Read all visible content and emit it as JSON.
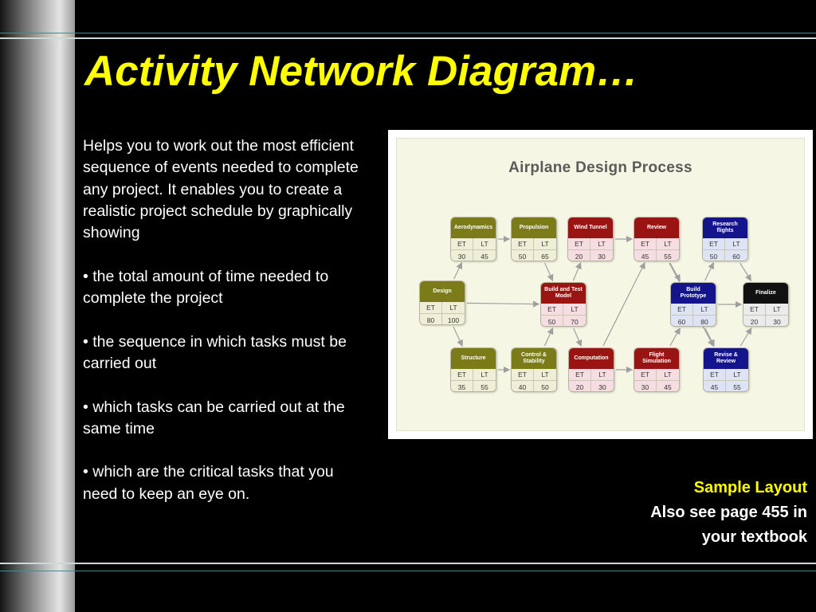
{
  "slide": {
    "title": "Activity Network Diagram…",
    "body": {
      "intro": "Helps you to work out the most efficient sequence of events needed to complete any project. It enables you to create a realistic project schedule by graphically showing",
      "bullets": [
        "•  the total amount of time needed to complete the project",
        "• the sequence in which tasks must be carried out",
        "• which tasks can be carried out at the same time",
        "• which are the critical tasks that you need to keep an eye on."
      ]
    },
    "caption": {
      "line1": "Sample Layout",
      "line2": "Also see page 455 in",
      "line3": "your textbook"
    }
  },
  "diagram": {
    "title": "Airplane Design Process",
    "colors": {
      "olive": "#7b7b19",
      "red": "#9b1414",
      "blue": "#14148c",
      "black": "#111111",
      "edge": "#a0a0a0"
    },
    "nodes": [
      {
        "id": "design",
        "name": "Design",
        "et": "80",
        "lt": "100",
        "color": "olive"
      },
      {
        "id": "aerodynamics",
        "name": "Aerodynamics",
        "et": "30",
        "lt": "45",
        "color": "olive"
      },
      {
        "id": "structure",
        "name": "Structure",
        "et": "35",
        "lt": "55",
        "color": "olive"
      },
      {
        "id": "propulsion",
        "name": "Propulsion",
        "et": "50",
        "lt": "65",
        "color": "olive"
      },
      {
        "id": "control",
        "name": "Control & Stability",
        "et": "40",
        "lt": "50",
        "color": "olive"
      },
      {
        "id": "wind",
        "name": "Wind Tunnel",
        "et": "20",
        "lt": "30",
        "color": "red"
      },
      {
        "id": "build-test",
        "name": "Build and Test Model",
        "et": "50",
        "lt": "70",
        "color": "red"
      },
      {
        "id": "computation",
        "name": "Computation",
        "et": "20",
        "lt": "30",
        "color": "red"
      },
      {
        "id": "review",
        "name": "Review",
        "et": "45",
        "lt": "55",
        "color": "red"
      },
      {
        "id": "flight-sim",
        "name": "Flight Simulation",
        "et": "30",
        "lt": "45",
        "color": "red"
      },
      {
        "id": "research",
        "name": "Research flights",
        "et": "50",
        "lt": "60",
        "color": "blue"
      },
      {
        "id": "prototype",
        "name": "Build Prototype",
        "et": "60",
        "lt": "80",
        "color": "blue"
      },
      {
        "id": "revise",
        "name": "Revise & Review",
        "et": "45",
        "lt": "55",
        "color": "blue"
      },
      {
        "id": "finalize",
        "name": "Finalize",
        "et": "20",
        "lt": "30",
        "color": "black"
      }
    ],
    "edges": [
      [
        "design",
        "aerodynamics"
      ],
      [
        "design",
        "structure"
      ],
      [
        "design",
        "build-test"
      ],
      [
        "aerodynamics",
        "propulsion"
      ],
      [
        "propulsion",
        "build-test"
      ],
      [
        "structure",
        "control"
      ],
      [
        "control",
        "build-test"
      ],
      [
        "build-test",
        "wind"
      ],
      [
        "build-test",
        "computation"
      ],
      [
        "wind",
        "review"
      ],
      [
        "computation",
        "flight-sim"
      ],
      [
        "computation",
        "review"
      ],
      [
        "review",
        "prototype"
      ],
      [
        "flight-sim",
        "prototype"
      ],
      [
        "prototype",
        "research"
      ],
      [
        "prototype",
        "revise"
      ],
      [
        "prototype",
        "finalize"
      ],
      [
        "review",
        "revise"
      ],
      [
        "research",
        "finalize"
      ],
      [
        "revise",
        "finalize"
      ]
    ]
  }
}
